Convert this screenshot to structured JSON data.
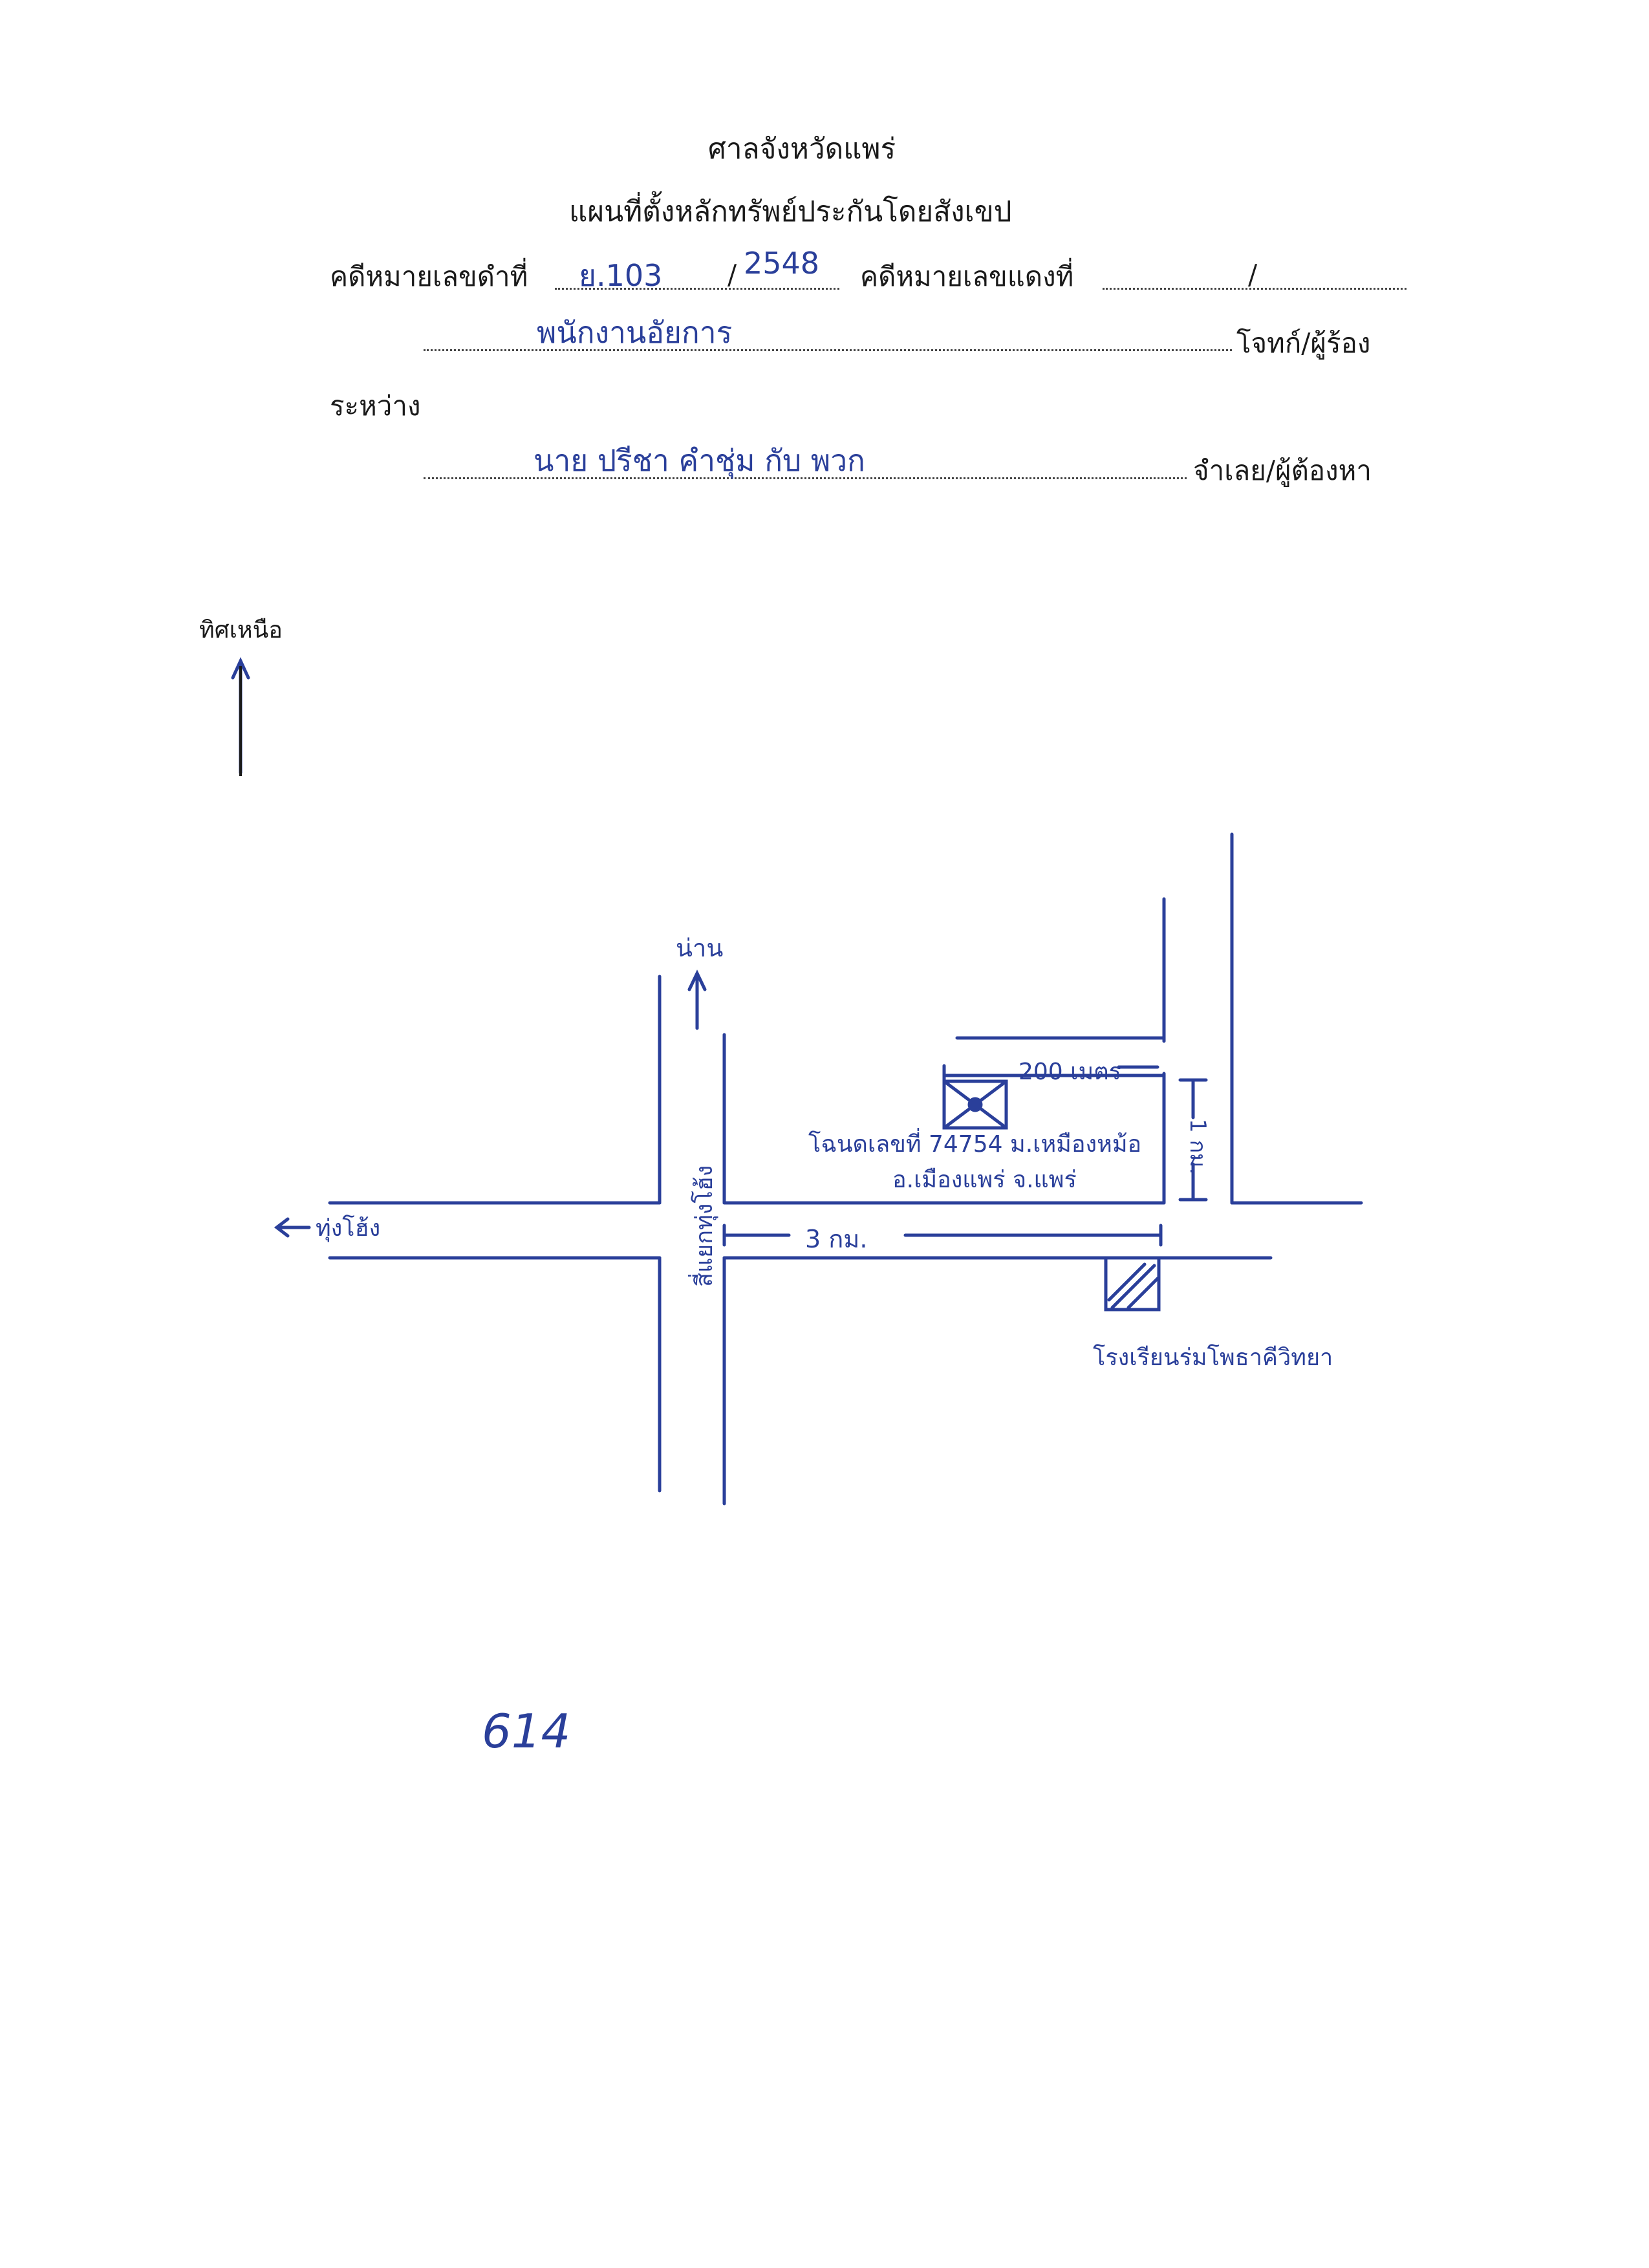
{
  "header": {
    "court": "ศาลจังหวัดแพร่",
    "subtitle": "แผนที่ตั้งหลักทรัพย์ประกันโดยสังเขป",
    "black_case_label": "คดีหมายเลขดำที่",
    "black_case_number": "ย.103",
    "black_case_year": "2548",
    "red_case_label": "คดีหมายเลขแดงที่",
    "slash": "/"
  },
  "parties": {
    "plaintiff_value": "พนักงานอัยการ",
    "plaintiff_label": "โจทก์/ผู้ร้อง",
    "between_label": "ระหว่าง",
    "defendant_value": "นาย ปรีชา คำชุ่ม กับ พวก",
    "defendant_label": "จำเลย/ผู้ต้องหา"
  },
  "map": {
    "north_label": "ทิศเหนือ",
    "to_nan": "น่าน",
    "to_thung_hong": "ทุ่งโฮ้ง",
    "junction_label": "สี่แยกทุ่งโฮ้ง",
    "distance_road": "3 กม.",
    "distance_width": "200 เมตร",
    "distance_depth": "1 กม.",
    "deed_line1": "โฉนดเลขที่ 74754 ม.เหมืองหม้อ",
    "deed_line2": "อ.เมืองแพร่ จ.แพร่",
    "school_label": "โรงเรียนร่มโพธาคีวิทยา"
  },
  "page_number": "614",
  "colors": {
    "ink": "#2a3f9a",
    "print": "#1a1a1a"
  }
}
